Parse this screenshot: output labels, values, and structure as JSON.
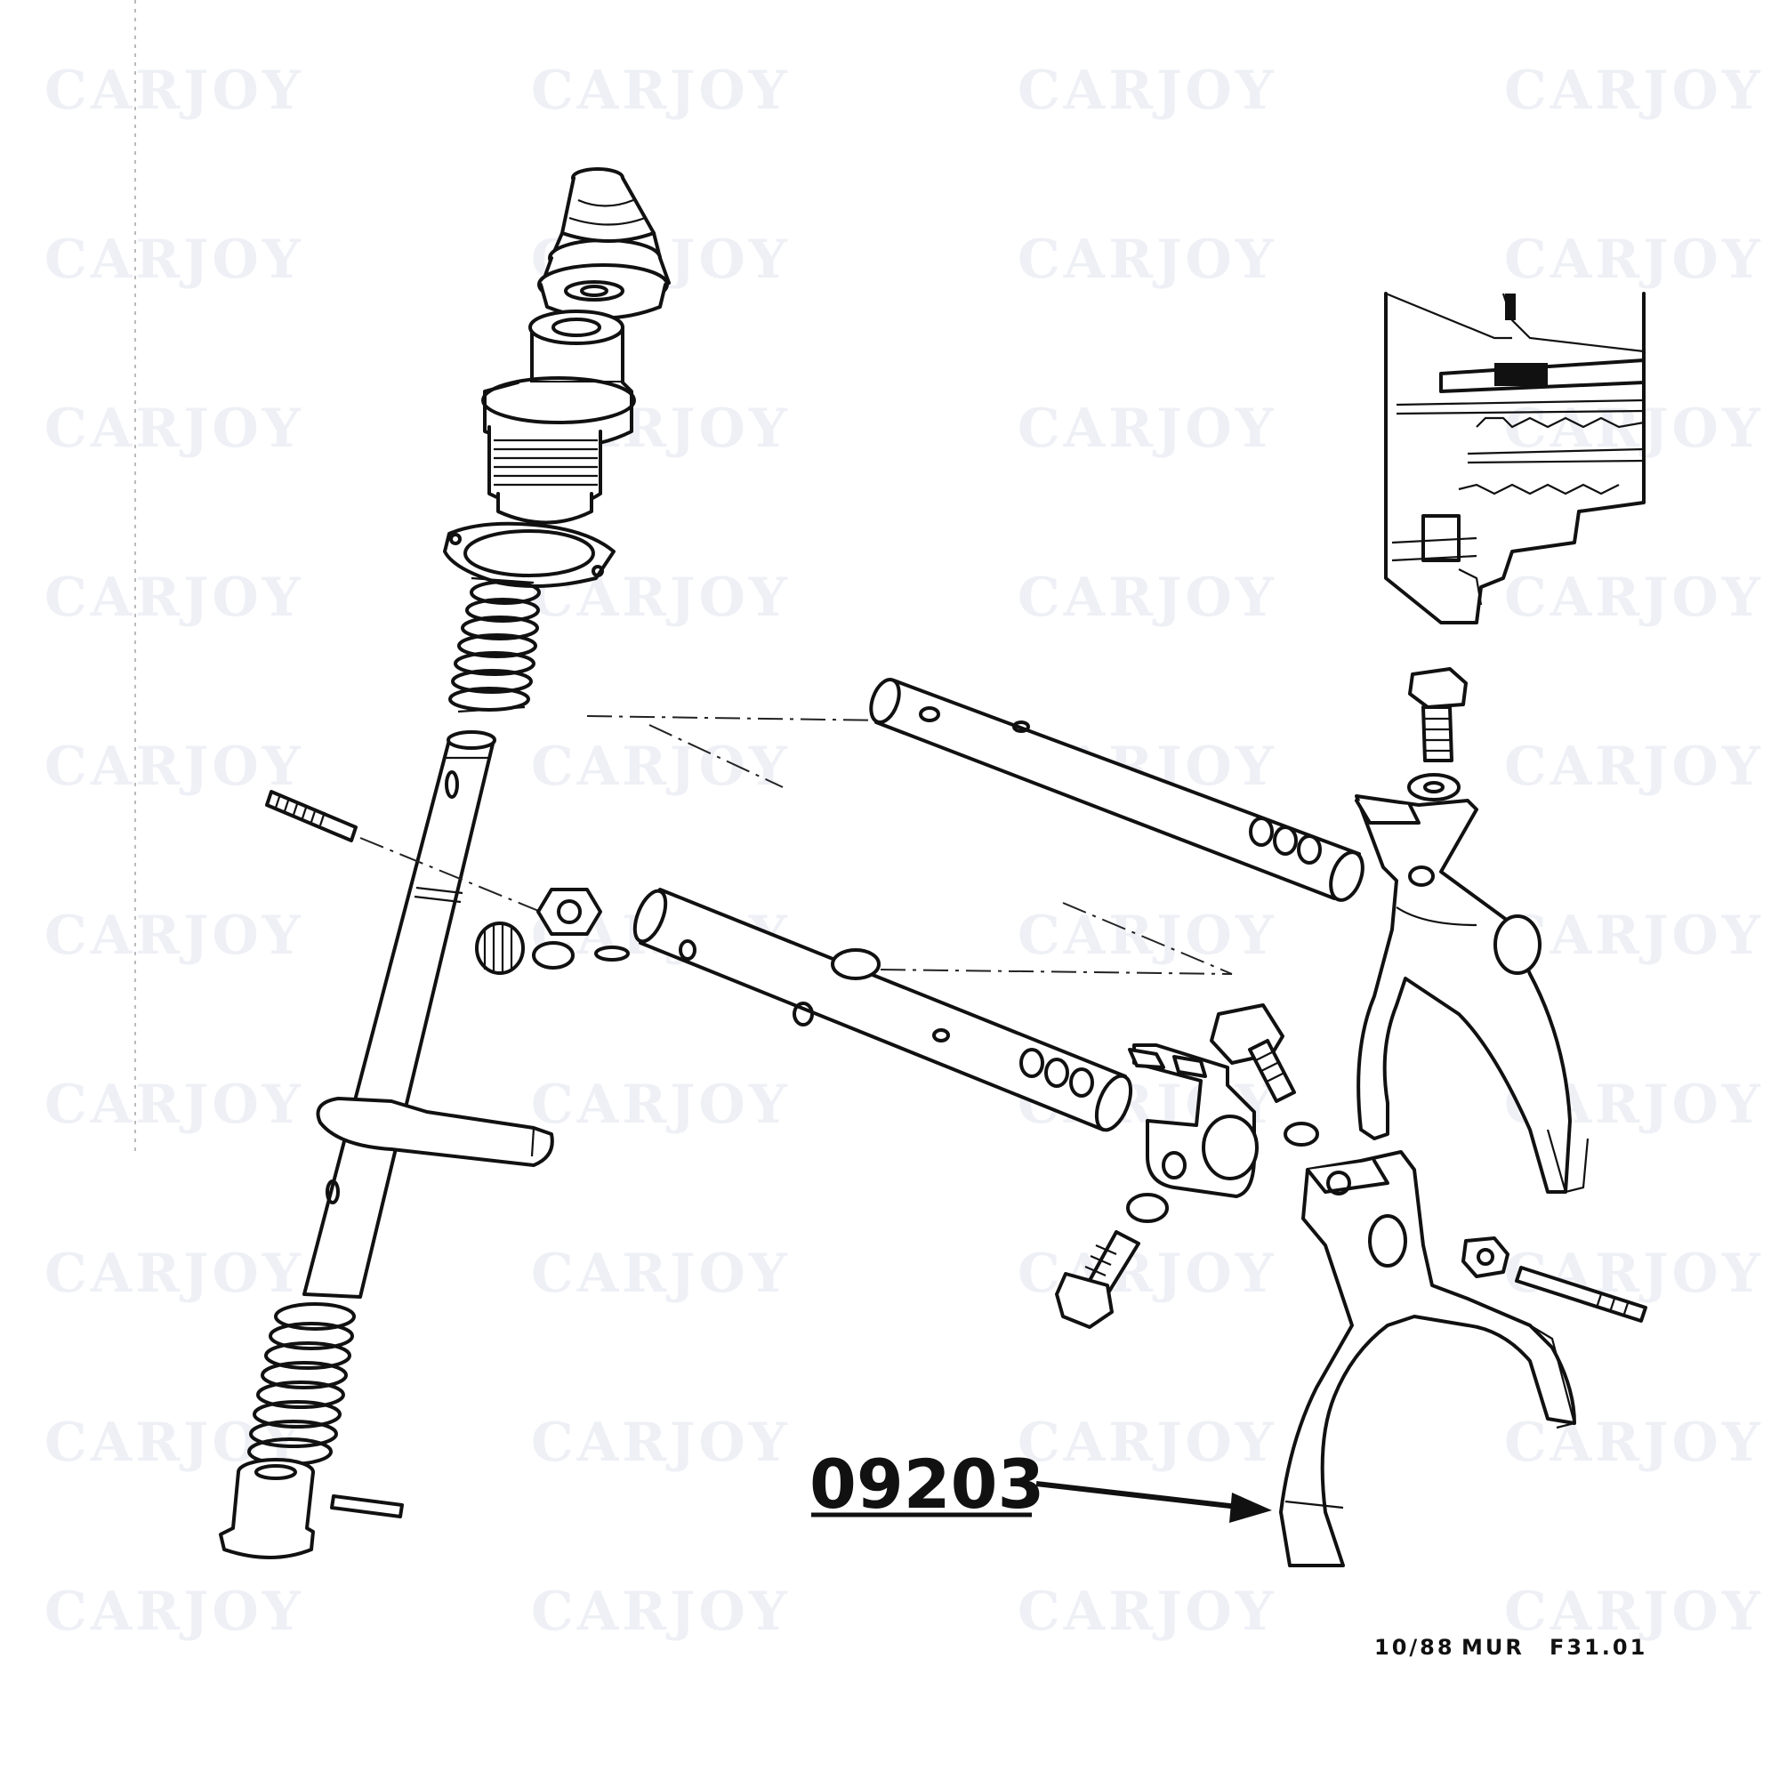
{
  "watermark": {
    "text": "CARJOY"
  },
  "callout": {
    "part_number": "09203"
  },
  "reference": {
    "date": "10/88",
    "code": "MUR",
    "figure": "F31.01"
  }
}
